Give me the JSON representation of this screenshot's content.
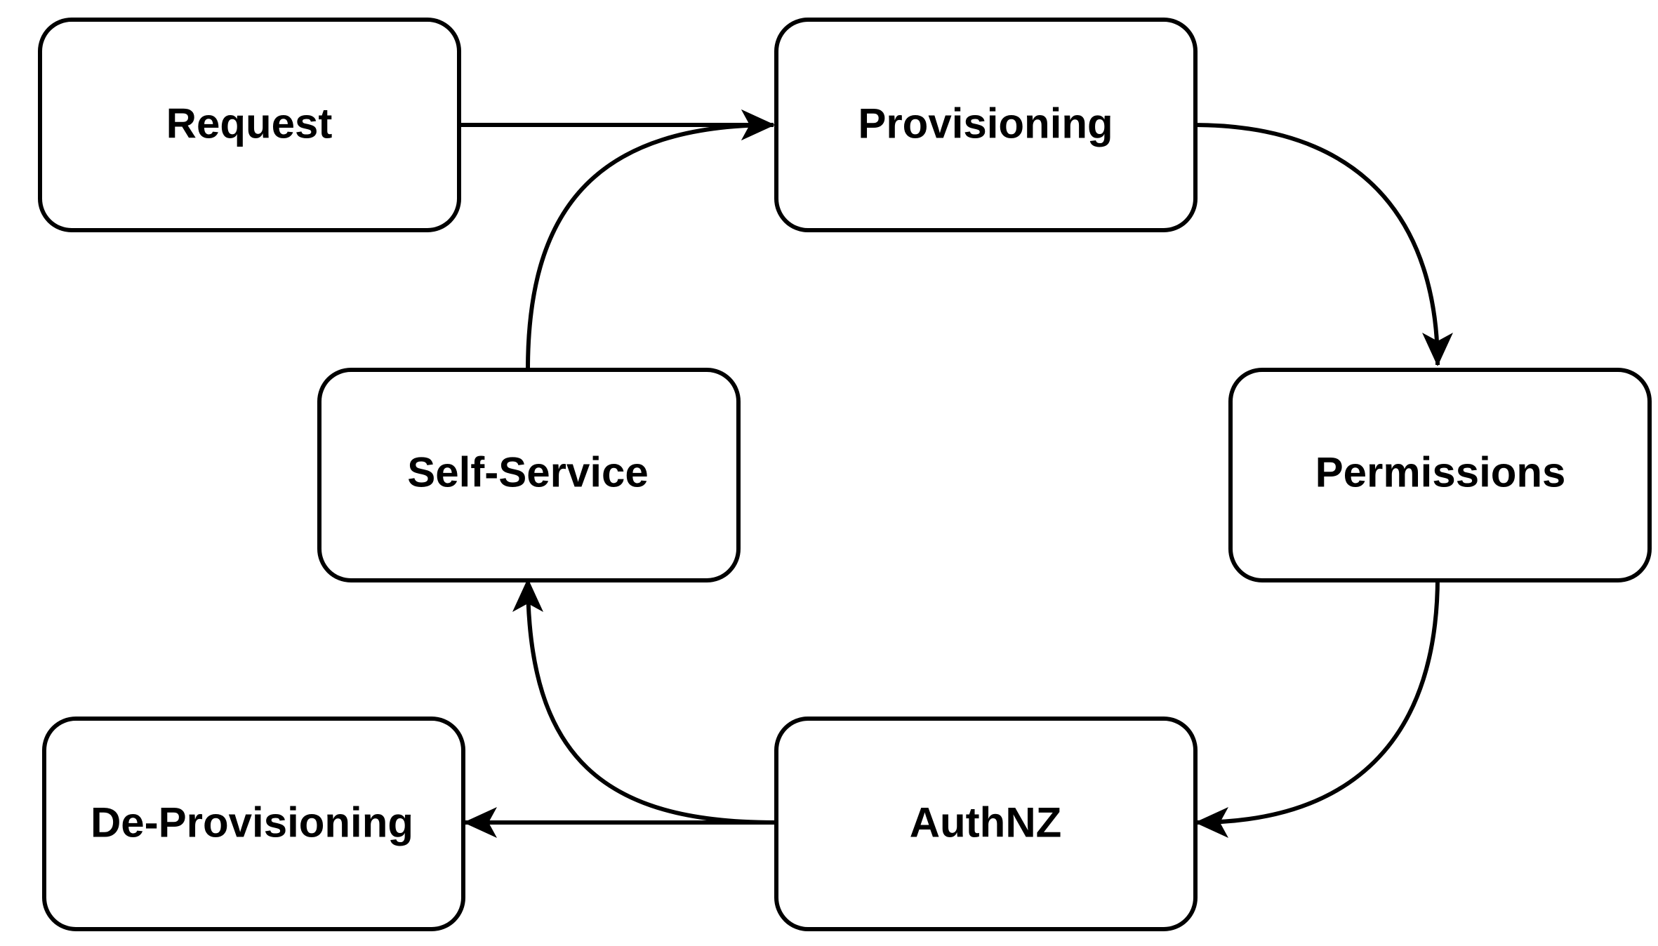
{
  "diagram": {
    "nodes": {
      "request": "Request",
      "provisioning": "Provisioning",
      "self_service": "Self-Service",
      "permissions": "Permissions",
      "de_provisioning": "De-Provisioning",
      "authnz": "AuthNZ"
    },
    "edges": [
      {
        "from": "Request",
        "to": "Provisioning"
      },
      {
        "from": "Provisioning",
        "to": "Permissions"
      },
      {
        "from": "Permissions",
        "to": "AuthNZ"
      },
      {
        "from": "AuthNZ",
        "to": "Self-Service"
      },
      {
        "from": "Self-Service",
        "to": "Provisioning"
      },
      {
        "from": "AuthNZ",
        "to": "De-Provisioning"
      }
    ],
    "colors": {
      "stroke": "#000000",
      "background": "#ffffff"
    }
  }
}
